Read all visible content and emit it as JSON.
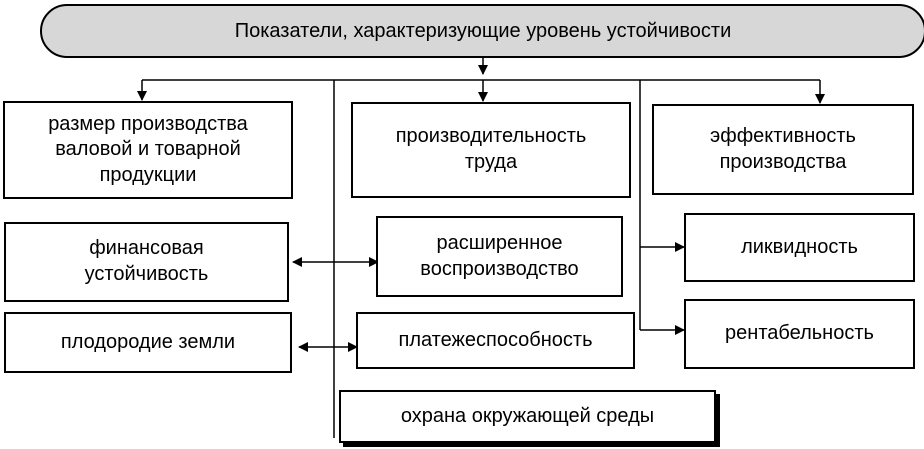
{
  "header": {
    "title": "Показатели, характеризующие уровень устойчивости"
  },
  "boxes": {
    "production_size": "размер производства\nваловой и товарной\nпродукции",
    "labor_productivity": "производительность\nтруда",
    "production_efficiency": "эффективность\nпроизводства",
    "financial_stability": "финансовая\nустойчивость",
    "extended_reproduction": "расширенное\nвоспроизводство",
    "liquidity": "ликвидность",
    "soil_fertility": "плодородие земли",
    "solvency": "платежеспособность",
    "profitability": "рентабельность",
    "environmental_protection": "охрана окружающей среды"
  },
  "colors": {
    "header_fill": "#d7d7d7",
    "line": "#000000"
  }
}
